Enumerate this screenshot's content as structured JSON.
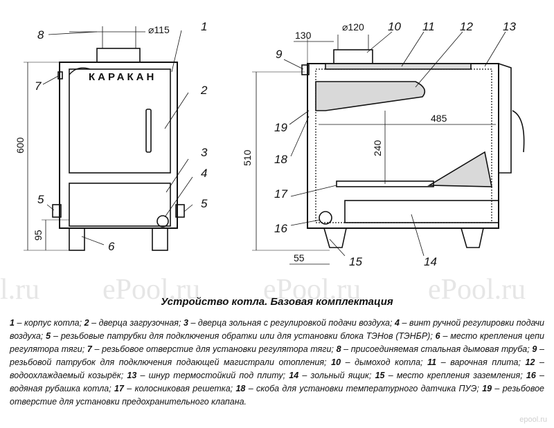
{
  "watermarks": [
    "l.ru",
    "ePool.ru",
    "ePool.ru",
    "ePool.ru"
  ],
  "front_view": {
    "brand": "КАРАКАН",
    "dims": {
      "height": "600",
      "legs": "95",
      "flue": "⌀115"
    },
    "labels": [
      "1",
      "2",
      "3",
      "4",
      "5",
      "5",
      "6",
      "7",
      "8"
    ]
  },
  "side_view": {
    "dims": {
      "height": "510",
      "offset_top": "130",
      "flue": "⌀120",
      "inner_length": "485",
      "inner_height": "240",
      "offset_bottom": "55"
    },
    "labels": [
      "9",
      "10",
      "11",
      "12",
      "13",
      "14",
      "15",
      "16",
      "17",
      "18",
      "19"
    ]
  },
  "caption": {
    "title": "Устройство котла. Базовая комплектация",
    "items": [
      {
        "n": "1",
        "t": "корпус котла;"
      },
      {
        "n": "2",
        "t": "дверца загрузочная;"
      },
      {
        "n": "3",
        "t": "дверца зольная с регулировкой подачи воздуха;"
      },
      {
        "n": "4",
        "t": "винт ручной регулировки подачи воздуха;"
      },
      {
        "n": "5",
        "t": "резьбовые патрубки для подключения обратки или для установки блока ТЭНов (ТЭНБР);"
      },
      {
        "n": "6",
        "t": "место крепления цепи регулятора тяги;"
      },
      {
        "n": "7",
        "t": "резьбовое отверстие  для установки регулятора тяги;"
      },
      {
        "n": "8",
        "t": "присоединяемая стальная дымовая труба;"
      },
      {
        "n": "9",
        "t": "резьбовой патрубок для подключения подающей магистрали отопления;"
      },
      {
        "n": "10",
        "t": "дымоход котла;"
      },
      {
        "n": "11",
        "t": "варочная плита;"
      },
      {
        "n": "12",
        "t": "водоохлаждаемый козырёк;"
      },
      {
        "n": "13",
        "t": "шнур термостойкий под плиту;"
      },
      {
        "n": "14",
        "t": "зольный ящик;"
      },
      {
        "n": "15",
        "t": "место крепления заземления;"
      },
      {
        "n": "16",
        "t": "водяная рубашка котла;"
      },
      {
        "n": "17",
        "t": "колосниковая решетка;"
      },
      {
        "n": "18",
        "t": "скоба для установки температурного датчика ПУЭ;"
      },
      {
        "n": "19",
        "t": "резьбовое отверстие для установки предохранительного клапана."
      }
    ]
  },
  "corner_logo": "epool.ru"
}
